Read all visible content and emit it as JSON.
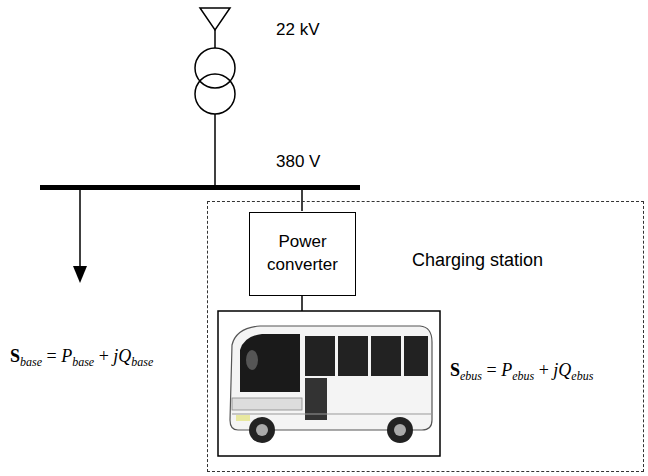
{
  "diagram": {
    "nodes": [
      {
        "text": [
          "Charging station"
        ]
      },
      {
        "text": [
          "Power converter"
        ],
        "in": 0
      }
    ],
    "labels": [
      "22 kV",
      "380 V",
      "Sbase = Pbase + jQbase",
      "Sebus = Pebus + jQebus"
    ]
  }
}
